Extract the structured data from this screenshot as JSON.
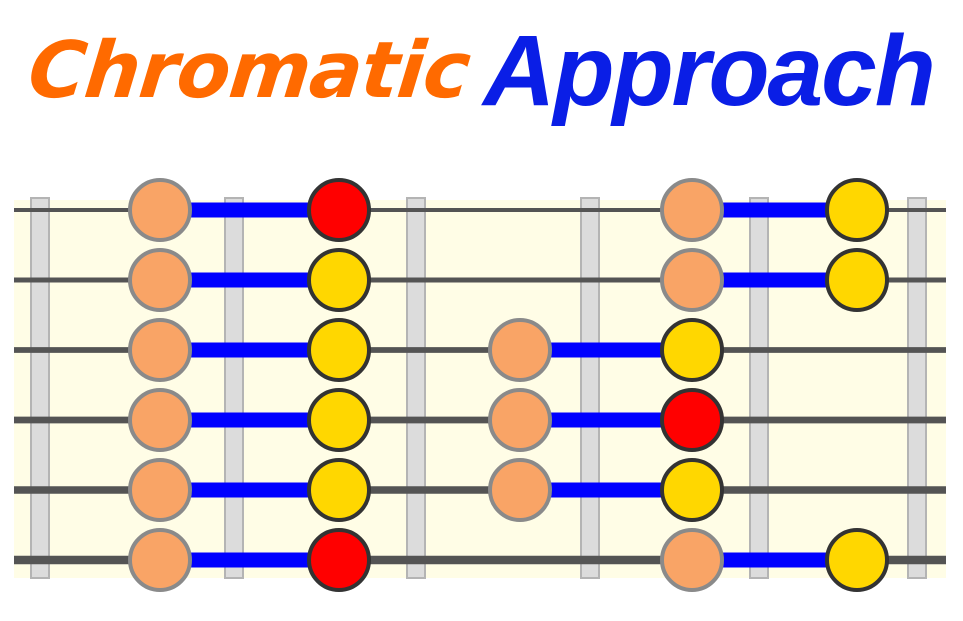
{
  "title": {
    "word1": "Chromatic",
    "word2": "Approach",
    "word1_color": "#ff6a00",
    "word2_color": "#0a1ee6"
  },
  "colors": {
    "board": "#fffde6",
    "string": "#545454",
    "fret_fill": "#dcdcdc",
    "fret_stroke": "#b4b4b4",
    "connector": "#0000ff",
    "chromatic_note": "#f9a466",
    "chromatic_stroke": "#8a8a8a",
    "scale_note": "#ffd700",
    "root_note": "#ff0000",
    "target_stroke": "#333333"
  },
  "diagram": {
    "string_count": 6,
    "fret_lines": [
      0,
      1,
      2,
      3,
      4,
      5
    ],
    "note_columns": [
      0.5,
      1.5,
      2.5,
      3.5,
      4.5
    ],
    "notes": [
      {
        "string": 1,
        "col": 0.5,
        "kind": "chromatic"
      },
      {
        "string": 1,
        "col": 1.5,
        "kind": "root"
      },
      {
        "string": 1,
        "col": 3.5,
        "kind": "chromatic"
      },
      {
        "string": 1,
        "col": 4.5,
        "kind": "scale"
      },
      {
        "string": 2,
        "col": 0.5,
        "kind": "chromatic"
      },
      {
        "string": 2,
        "col": 1.5,
        "kind": "scale"
      },
      {
        "string": 2,
        "col": 3.5,
        "kind": "chromatic"
      },
      {
        "string": 2,
        "col": 4.5,
        "kind": "scale"
      },
      {
        "string": 3,
        "col": 0.5,
        "kind": "chromatic"
      },
      {
        "string": 3,
        "col": 1.5,
        "kind": "scale"
      },
      {
        "string": 3,
        "col": 2.5,
        "kind": "chromatic"
      },
      {
        "string": 3,
        "col": 3.5,
        "kind": "scale"
      },
      {
        "string": 4,
        "col": 0.5,
        "kind": "chromatic"
      },
      {
        "string": 4,
        "col": 1.5,
        "kind": "scale"
      },
      {
        "string": 4,
        "col": 2.5,
        "kind": "chromatic"
      },
      {
        "string": 4,
        "col": 3.5,
        "kind": "root"
      },
      {
        "string": 5,
        "col": 0.5,
        "kind": "chromatic"
      },
      {
        "string": 5,
        "col": 1.5,
        "kind": "scale"
      },
      {
        "string": 5,
        "col": 2.5,
        "kind": "chromatic"
      },
      {
        "string": 5,
        "col": 3.5,
        "kind": "scale"
      },
      {
        "string": 6,
        "col": 0.5,
        "kind": "chromatic"
      },
      {
        "string": 6,
        "col": 1.5,
        "kind": "root"
      },
      {
        "string": 6,
        "col": 3.5,
        "kind": "chromatic"
      },
      {
        "string": 6,
        "col": 4.5,
        "kind": "scale"
      }
    ],
    "connections": [
      {
        "string": 1,
        "from": 0.5,
        "to": 1.5
      },
      {
        "string": 1,
        "from": 3.5,
        "to": 4.5
      },
      {
        "string": 2,
        "from": 0.5,
        "to": 1.5
      },
      {
        "string": 2,
        "from": 3.5,
        "to": 4.5
      },
      {
        "string": 3,
        "from": 0.5,
        "to": 1.5
      },
      {
        "string": 3,
        "from": 2.5,
        "to": 3.5
      },
      {
        "string": 4,
        "from": 0.5,
        "to": 1.5
      },
      {
        "string": 4,
        "from": 2.5,
        "to": 3.5
      },
      {
        "string": 5,
        "from": 0.5,
        "to": 1.5
      },
      {
        "string": 5,
        "from": 2.5,
        "to": 3.5
      },
      {
        "string": 6,
        "from": 0.5,
        "to": 1.5
      },
      {
        "string": 6,
        "from": 3.5,
        "to": 4.5
      }
    ]
  }
}
